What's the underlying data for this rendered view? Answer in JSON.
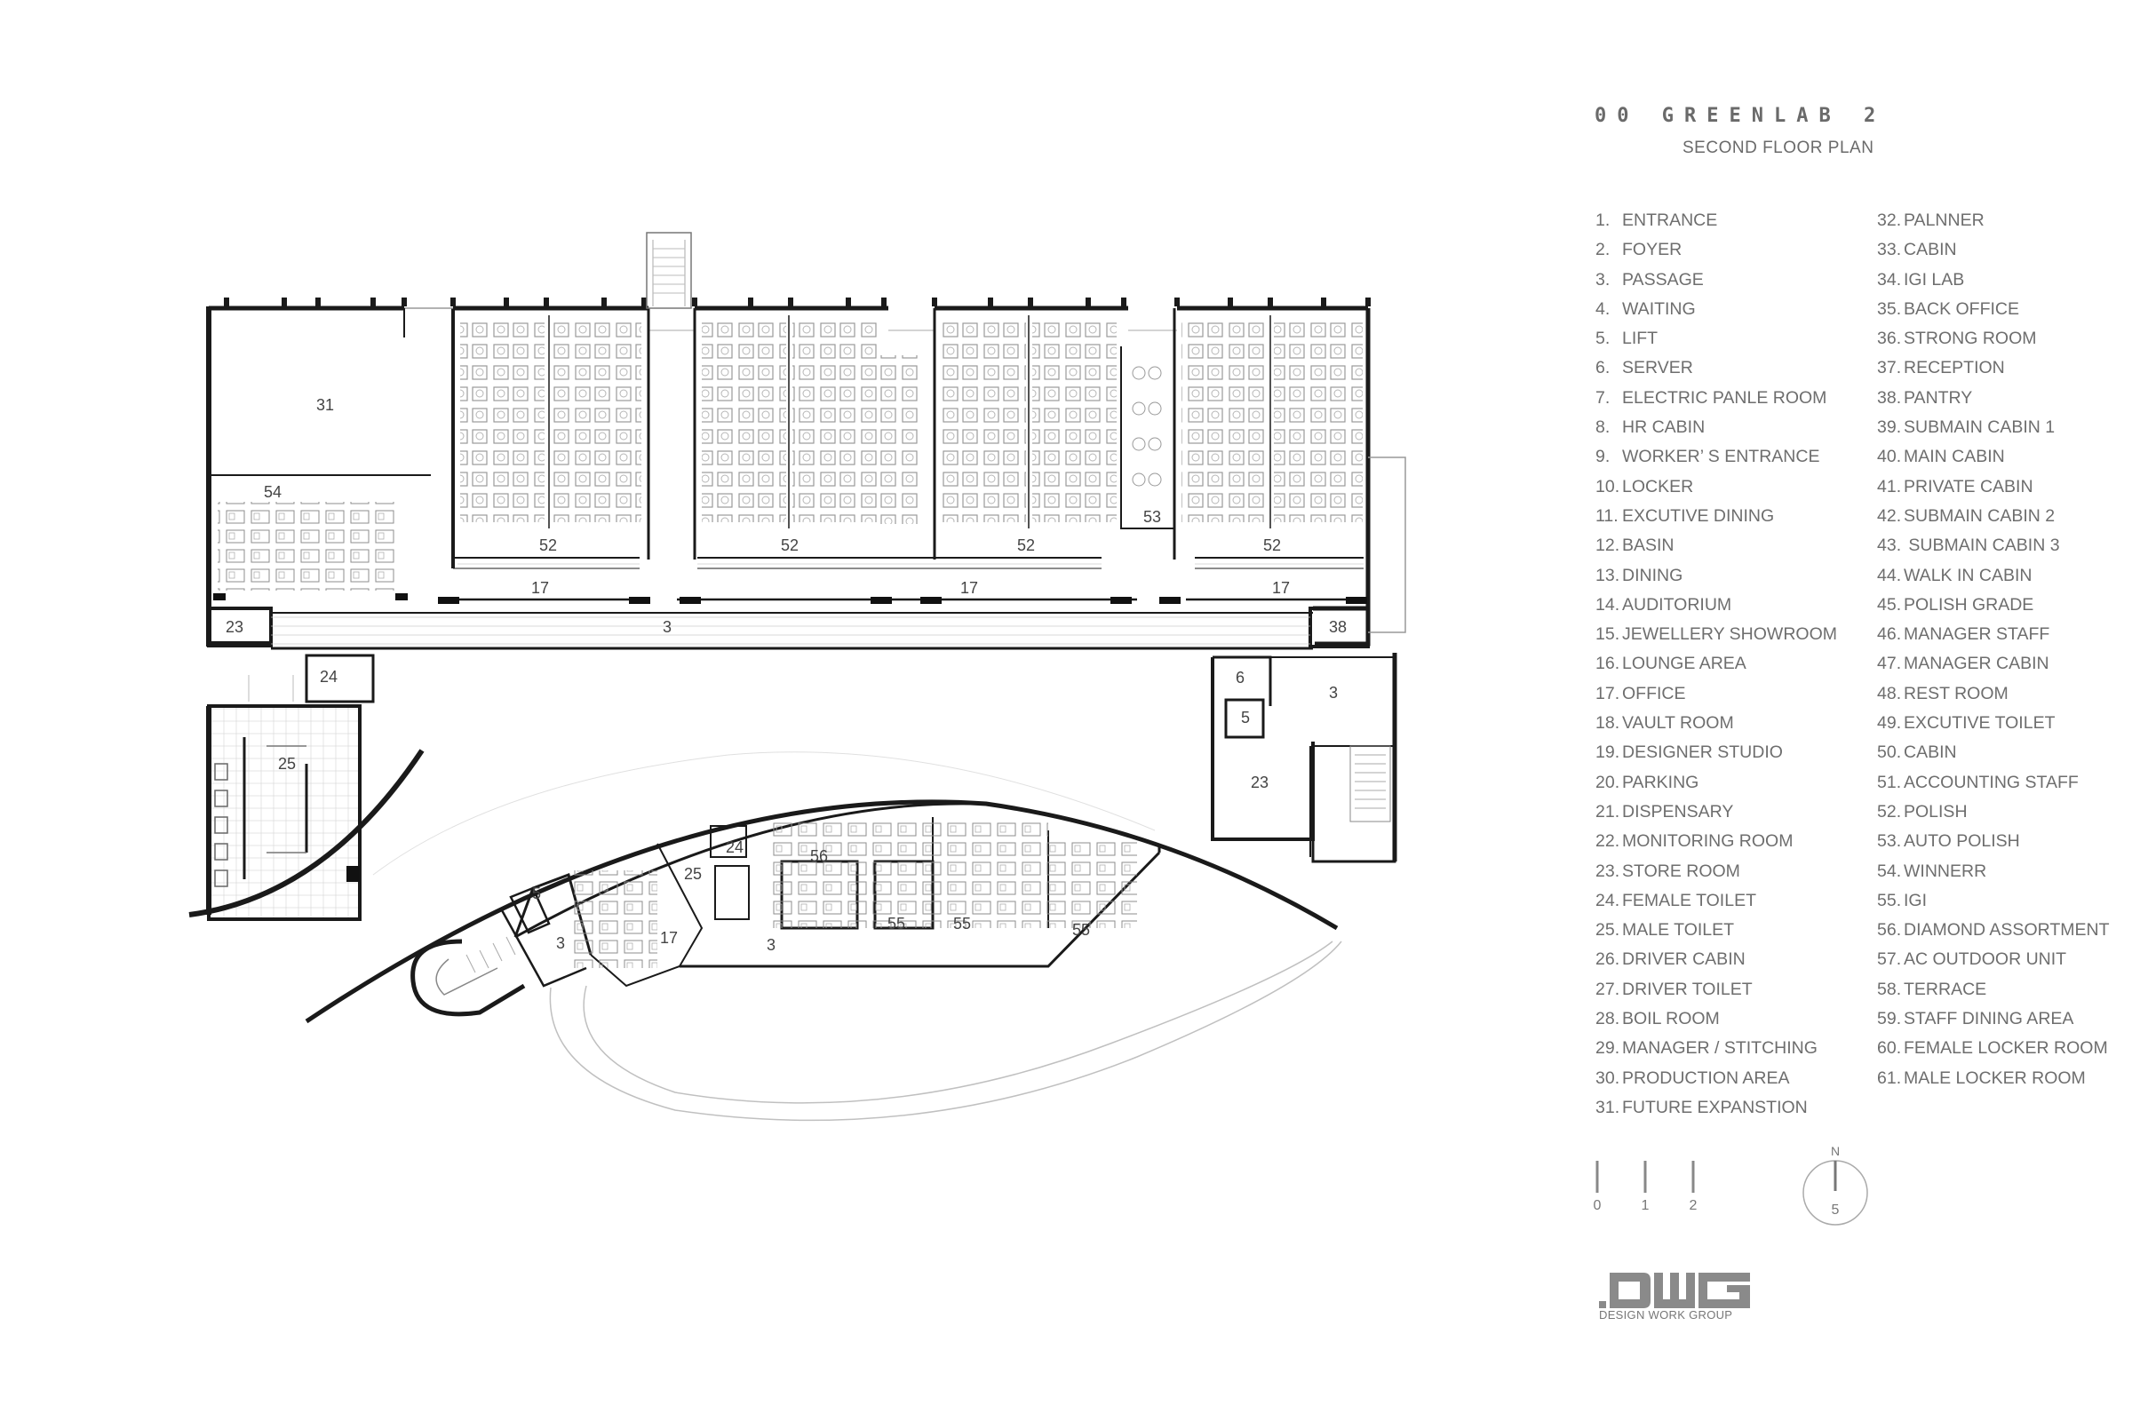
{
  "header": {
    "title": "00 GREENLAB 2",
    "subtitle": "SECOND FLOOR PLAN"
  },
  "legend_left": [
    {
      "num": "1.",
      "label": "ENTRANCE"
    },
    {
      "num": "2.",
      "label": "FOYER"
    },
    {
      "num": "3.",
      "label": "PASSAGE"
    },
    {
      "num": "4.",
      "label": "WAITING"
    },
    {
      "num": "5.",
      "label": "LIFT"
    },
    {
      "num": "6.",
      "label": "SERVER"
    },
    {
      "num": "7.",
      "label": "ELECTRIC PANLE ROOM"
    },
    {
      "num": "8.",
      "label": "HR CABIN"
    },
    {
      "num": "9.",
      "label": "WORKER’ S ENTRANCE"
    },
    {
      "num": "10.",
      "label": "LOCKER"
    },
    {
      "num": "11.",
      "label": "EXCUTIVE DINING"
    },
    {
      "num": "12.",
      "label": "BASIN"
    },
    {
      "num": "13.",
      "label": "DINING"
    },
    {
      "num": "14.",
      "label": "AUDITORIUM"
    },
    {
      "num": "15.",
      "label": "JEWELLERY SHOWROOM"
    },
    {
      "num": "16.",
      "label": "LOUNGE AREA"
    },
    {
      "num": "17.",
      "label": "OFFICE"
    },
    {
      "num": "18.",
      "label": "VAULT ROOM"
    },
    {
      "num": "19.",
      "label": "DESIGNER STUDIO"
    },
    {
      "num": "20.",
      "label": "PARKING"
    },
    {
      "num": "21.",
      "label": "DISPENSARY"
    },
    {
      "num": "22.",
      "label": "MONITORING ROOM"
    },
    {
      "num": "23.",
      "label": "STORE ROOM"
    },
    {
      "num": "24.",
      "label": "FEMALE TOILET"
    },
    {
      "num": "25.",
      "label": "MALE TOILET"
    },
    {
      "num": "26.",
      "label": "DRIVER CABIN"
    },
    {
      "num": "27.",
      "label": "DRIVER TOILET"
    },
    {
      "num": "28.",
      "label": "BOIL ROOM"
    },
    {
      "num": "29.",
      "label": "MANAGER / STITCHING"
    },
    {
      "num": "30.",
      "label": "PRODUCTION AREA"
    },
    {
      "num": "31.",
      "label": "FUTURE EXPANSTION"
    }
  ],
  "legend_right": [
    {
      "num": "32.",
      "label": "PALNNER"
    },
    {
      "num": "33.",
      "label": "CABIN"
    },
    {
      "num": "34.",
      "label": "IGI LAB"
    },
    {
      "num": "35.",
      "label": "BACK OFFICE"
    },
    {
      "num": "36.",
      "label": "STRONG ROOM"
    },
    {
      "num": "37.",
      "label": "RECEPTION"
    },
    {
      "num": "38.",
      "label": "PANTRY"
    },
    {
      "num": "39.",
      "label": "SUBMAIN CABIN 1"
    },
    {
      "num": "40.",
      "label": "MAIN CABIN"
    },
    {
      "num": "41.",
      "label": "PRIVATE CABIN"
    },
    {
      "num": "42.",
      "label": "SUBMAIN CABIN 2"
    },
    {
      "num": "43.",
      "label": " SUBMAIN CABIN 3"
    },
    {
      "num": "44.",
      "label": "WALK IN CABIN"
    },
    {
      "num": "45.",
      "label": "POLISH GRADE"
    },
    {
      "num": "46.",
      "label": "MANAGER STAFF"
    },
    {
      "num": "47.",
      "label": "MANAGER CABIN"
    },
    {
      "num": "48.",
      "label": "REST ROOM"
    },
    {
      "num": "49.",
      "label": "EXCUTIVE TOILET"
    },
    {
      "num": "50.",
      "label": "CABIN"
    },
    {
      "num": "51.",
      "label": "ACCOUNTING STAFF"
    },
    {
      "num": "52.",
      "label": "POLISH"
    },
    {
      "num": "53.",
      "label": "AUTO POLISH"
    },
    {
      "num": "54.",
      "label": "WINNERR"
    },
    {
      "num": "55.",
      "label": "IGI"
    },
    {
      "num": "56.",
      "label": "DIAMOND ASSORTMENT"
    },
    {
      "num": "57.",
      "label": "AC OUTDOOR UNIT"
    },
    {
      "num": "58.",
      "label": "TERRACE"
    },
    {
      "num": "59.",
      "label": "STAFF DINING AREA"
    },
    {
      "num": "60.",
      "label": "FEMALE LOCKER ROOM"
    },
    {
      "num": "61.",
      "label": "MALE LOCKER ROOM"
    }
  ],
  "scale_bar": {
    "ticks": [
      "0",
      "1",
      "2"
    ]
  },
  "compass": {
    "north": "N",
    "number": "5"
  },
  "logo": {
    "mark": ".DWG",
    "text": "DESIGN WORK GROUP"
  },
  "rooms": {
    "r31": "31",
    "r54": "54",
    "r52a": "52",
    "r52b": "52",
    "r52c": "52",
    "r52d": "52",
    "r53": "53",
    "r17a": "17",
    "r17b": "17",
    "r17c": "17",
    "r23a": "23",
    "r3a": "3",
    "r38": "38",
    "r24a": "24",
    "r25a": "25",
    "r6": "6",
    "r5a": "5",
    "r3b": "3",
    "r23b": "23",
    "r24b": "24",
    "r25b": "25",
    "r56": "56",
    "r5b": "5",
    "r3c": "3",
    "r17d": "17",
    "r3d": "3",
    "r55a": "55",
    "r55b": "55",
    "r55c": "55"
  }
}
